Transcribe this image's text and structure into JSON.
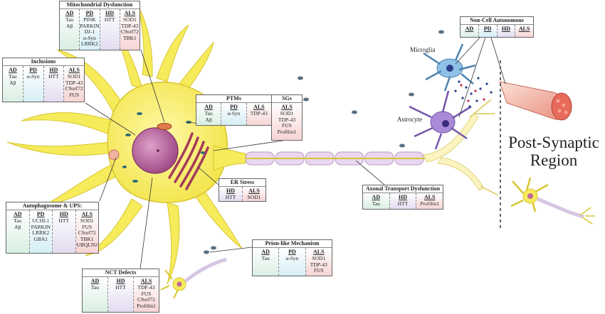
{
  "boxes": {
    "mito": {
      "title": "Mitochondrial Dysfunction",
      "cols": [
        {
          "h": "AD",
          "items": [
            "Tau",
            "Aβ"
          ]
        },
        {
          "h": "PD",
          "items": [
            "PINK",
            "PARKIN",
            "DJ-1",
            "α-Syn",
            "LRRK2"
          ]
        },
        {
          "h": "HD",
          "items": [
            "HTT"
          ]
        },
        {
          "h": "ALS",
          "items": [
            "SOD1",
            "TDP-43",
            "C9orf72",
            "TBK1"
          ]
        }
      ]
    },
    "inclusions": {
      "title": "Inclusions",
      "cols": [
        {
          "h": "AD",
          "items": [
            "Tau",
            "Aβ"
          ]
        },
        {
          "h": "PD",
          "items": [
            "α-Syn"
          ]
        },
        {
          "h": "HD",
          "items": [
            "HTT"
          ]
        },
        {
          "h": "ALS",
          "items": [
            "SOD1",
            "TDP-43",
            "C9orf72",
            "FUS"
          ]
        }
      ]
    },
    "ptms": {
      "title": "PTMs",
      "cols": [
        {
          "h": "AD",
          "items": [
            "Tau",
            "Aβ"
          ]
        },
        {
          "h": "PD",
          "items": [
            "α-Syn"
          ]
        },
        {
          "h": "ALS",
          "items": [
            "TDP-43"
          ]
        }
      ]
    },
    "sgs": {
      "title": "SGs",
      "cols": [
        {
          "h": "ALS",
          "items": [
            "SOD1",
            "TDP-43",
            "FUS",
            "Profilin1"
          ]
        }
      ]
    },
    "er": {
      "title": "ER Stress",
      "cols": [
        {
          "h": "HD",
          "items": [
            "HTT"
          ]
        },
        {
          "h": "ALS",
          "items": [
            "SOD1"
          ]
        }
      ]
    },
    "axonal": {
      "title": "Axonal Transport Dysfunction",
      "cols": [
        {
          "h": "AD",
          "items": [
            "Tau"
          ]
        },
        {
          "h": "HD",
          "items": [
            "HTT"
          ]
        },
        {
          "h": "ALS",
          "items": [
            "Profilin1"
          ]
        }
      ]
    },
    "autophago": {
      "title": "Autophagosome & UPS:",
      "cols": [
        {
          "h": "AD",
          "items": [
            "Tau",
            "Aβ"
          ]
        },
        {
          "h": "PD",
          "items": [
            "UCHL1",
            "PARKIN",
            "LRRK2",
            "GBA1"
          ]
        },
        {
          "h": "HD",
          "items": [
            "HTT"
          ]
        },
        {
          "h": "ALS",
          "items": [
            "SOD1",
            "FUS",
            "C9orf72",
            "TBK1",
            "UBQLN2"
          ]
        }
      ]
    },
    "prion": {
      "title": "Prion-like Mechanism",
      "cols": [
        {
          "h": "AD",
          "items": [
            "Tau"
          ]
        },
        {
          "h": "PD",
          "items": [
            "α-Syn"
          ]
        },
        {
          "h": "ALS",
          "items": [
            "SOD1",
            "TDP-43",
            "FUS"
          ]
        }
      ]
    },
    "nct": {
      "title": "NCT Defects",
      "cols": [
        {
          "h": "AD",
          "items": [
            "Tau"
          ]
        },
        {
          "h": "HD",
          "items": [
            "HTT"
          ]
        },
        {
          "h": "ALS",
          "items": [
            "TDP-43",
            "FUS",
            "C9orf72",
            "Profilin1"
          ]
        }
      ]
    },
    "noncell": {
      "title": "Non-Cell Autonomous",
      "cols": [
        {
          "h": "AD",
          "items": []
        },
        {
          "h": "PD",
          "items": []
        },
        {
          "h": "HD",
          "items": []
        },
        {
          "h": "ALS",
          "items": []
        }
      ]
    }
  },
  "labels": {
    "microglia": "Microglia",
    "astrocyte": "Astrocyte",
    "post1": "Post-Synaptic",
    "post2": "Region"
  },
  "colors": {
    "soma": "#f7ee60",
    "soma_edge": "#d8c630",
    "nucleus": "#c06aa0",
    "axon": "#e9d6ef",
    "microglia": "#7db3dc",
    "astrocyte": "#a98ad6"
  }
}
